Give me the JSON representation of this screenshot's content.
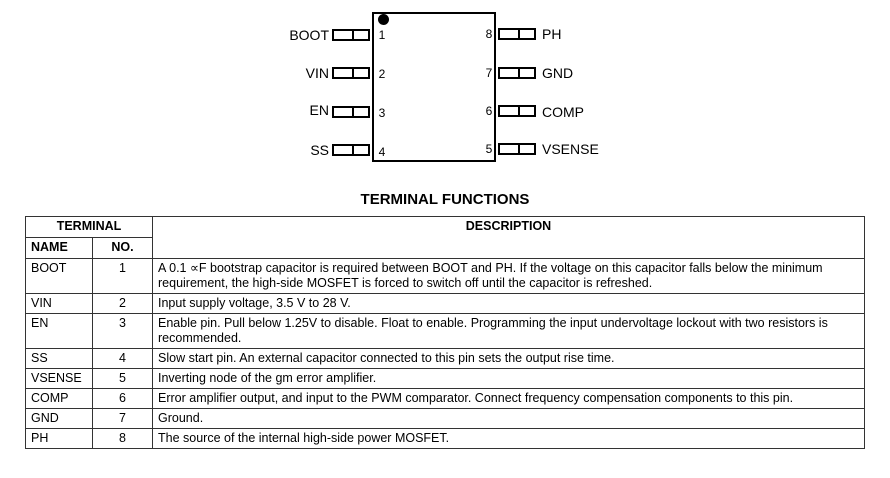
{
  "pins_left": [
    {
      "name": "BOOT",
      "num": "1"
    },
    {
      "name": "VIN",
      "num": "2"
    },
    {
      "name": "EN",
      "num": "3"
    },
    {
      "name": "SS",
      "num": "4"
    }
  ],
  "pins_right": [
    {
      "name": "PH",
      "num": "8"
    },
    {
      "name": "GND",
      "num": "7"
    },
    {
      "name": "COMP",
      "num": "6"
    },
    {
      "name": "VSENSE",
      "num": "5"
    }
  ],
  "table": {
    "title": "TERMINAL FUNCTIONS",
    "header_terminal": "TERMINAL",
    "header_description": "DESCRIPTION",
    "header_name": "NAME",
    "header_no": "NO.",
    "rows": [
      {
        "name": "BOOT",
        "no": "1",
        "description": "A 0.1 ∝F bootstrap capacitor is required between BOOT and PH. If the voltage on this capacitor falls below the minimum requirement, the high-side MOSFET is forced to switch off until the capacitor is refreshed."
      },
      {
        "name": "VIN",
        "no": "2",
        "description": "Input supply voltage, 3.5 V to 28 V."
      },
      {
        "name": "EN",
        "no": "3",
        "description": "Enable pin. Pull below 1.25V to disable. Float to enable. Programming the input undervoltage lockout with two resistors is recommended."
      },
      {
        "name": "SS",
        "no": "4",
        "description": "Slow start pin. An external capacitor connected to this pin sets the output rise time."
      },
      {
        "name": "VSENSE",
        "no": "5",
        "description": "Inverting node of the gm error amplifier."
      },
      {
        "name": "COMP",
        "no": "6",
        "description": "Error amplifier output, and input to the PWM comparator. Connect frequency compensation components to this pin."
      },
      {
        "name": "GND",
        "no": "7",
        "description": "Ground."
      },
      {
        "name": "PH",
        "no": "8",
        "description": "The source of the internal high-side power MOSFET."
      }
    ]
  }
}
